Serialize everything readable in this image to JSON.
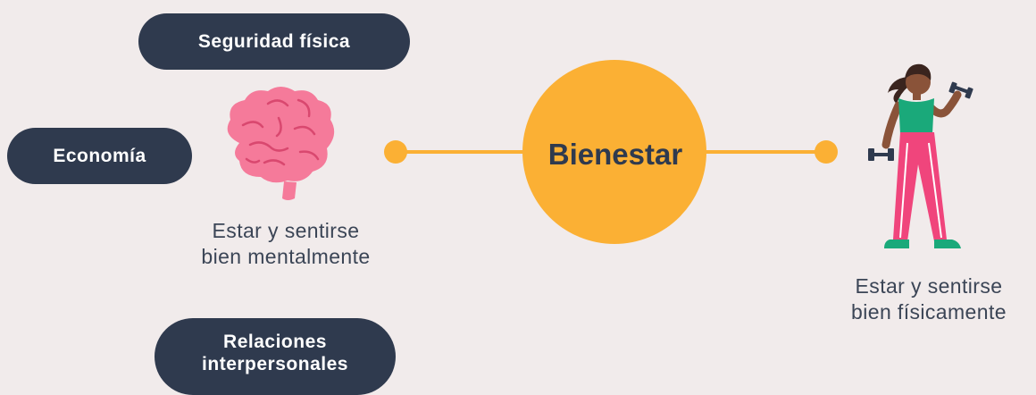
{
  "center": {
    "label": "Bienestar",
    "color": "#fbb034"
  },
  "pills": {
    "seguridad": "Seguridad física",
    "economia": "Economía",
    "relaciones_line1": "Relaciones",
    "relaciones_line2": "interpersonales",
    "color": "#2f3a4e"
  },
  "captions": {
    "mental_line1": "Estar y sentirse",
    "mental_line2": "bien mentalmente",
    "fisica_line1": "Estar y sentirse",
    "fisica_line2": "bien físicamente"
  },
  "icons": {
    "mental": "brain-icon",
    "fisica": "exercising-woman-icon"
  },
  "colors": {
    "background": "#f1ebeb",
    "connector": "#fbb034",
    "brain": "#f57a9a",
    "text": "#3b4556"
  }
}
